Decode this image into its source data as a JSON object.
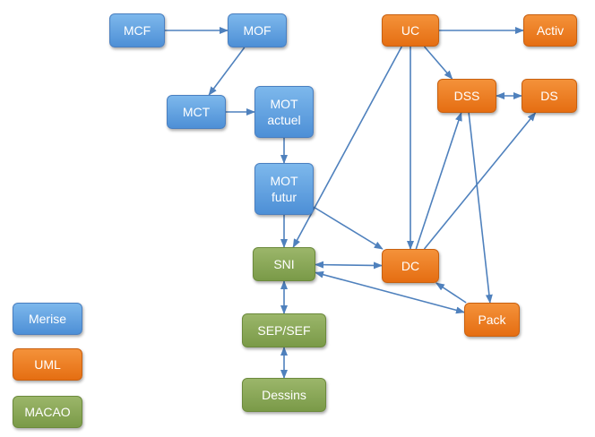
{
  "nodes": {
    "mcf": "MCF",
    "mof": "MOF",
    "mct": "MCT",
    "mot_actuel": "MOT\nactuel",
    "mot_futur": "MOT\nfutur",
    "uc": "UC",
    "activ": "Activ",
    "dss": "DSS",
    "ds": "DS",
    "dc": "DC",
    "sni": "SNI",
    "pack": "Pack",
    "sep_sef": "SEP/SEF",
    "dessins": "Dessins"
  },
  "legend": {
    "merise": "Merise",
    "uml": "UML",
    "macao": "MACAO"
  },
  "colors": {
    "merise": "#5b9bd5",
    "uml": "#ed7d31",
    "macao": "#87a556",
    "edge": "#4f81bd"
  },
  "edges": [
    {
      "from": "mcf",
      "to": "mof",
      "type": "arrow"
    },
    {
      "from": "mof",
      "to": "mct",
      "type": "arrow"
    },
    {
      "from": "mct",
      "to": "mot_actuel",
      "type": "arrow"
    },
    {
      "from": "mot_actuel",
      "to": "mot_futur",
      "type": "arrow"
    },
    {
      "from": "mot_futur",
      "to": "sni",
      "type": "arrow"
    },
    {
      "from": "mot_futur",
      "to": "dc",
      "type": "arrow"
    },
    {
      "from": "uc",
      "to": "activ",
      "type": "arrow"
    },
    {
      "from": "uc",
      "to": "dss",
      "type": "arrow"
    },
    {
      "from": "uc",
      "to": "sni",
      "type": "arrow"
    },
    {
      "from": "uc",
      "to": "dc",
      "type": "arrow"
    },
    {
      "from": "dss",
      "to": "ds",
      "type": "bidirectional"
    },
    {
      "from": "dss",
      "to": "pack",
      "type": "arrow"
    },
    {
      "from": "dc",
      "to": "dss",
      "type": "arrow"
    },
    {
      "from": "dc",
      "to": "ds",
      "type": "arrow"
    },
    {
      "from": "sni",
      "to": "dc",
      "type": "bidirectional"
    },
    {
      "from": "sni",
      "to": "pack",
      "type": "bidirectional"
    },
    {
      "from": "pack",
      "to": "dc",
      "type": "arrow"
    },
    {
      "from": "sni",
      "to": "sep_sef",
      "type": "bidirectional"
    },
    {
      "from": "sep_sef",
      "to": "dessins",
      "type": "bidirectional"
    }
  ]
}
